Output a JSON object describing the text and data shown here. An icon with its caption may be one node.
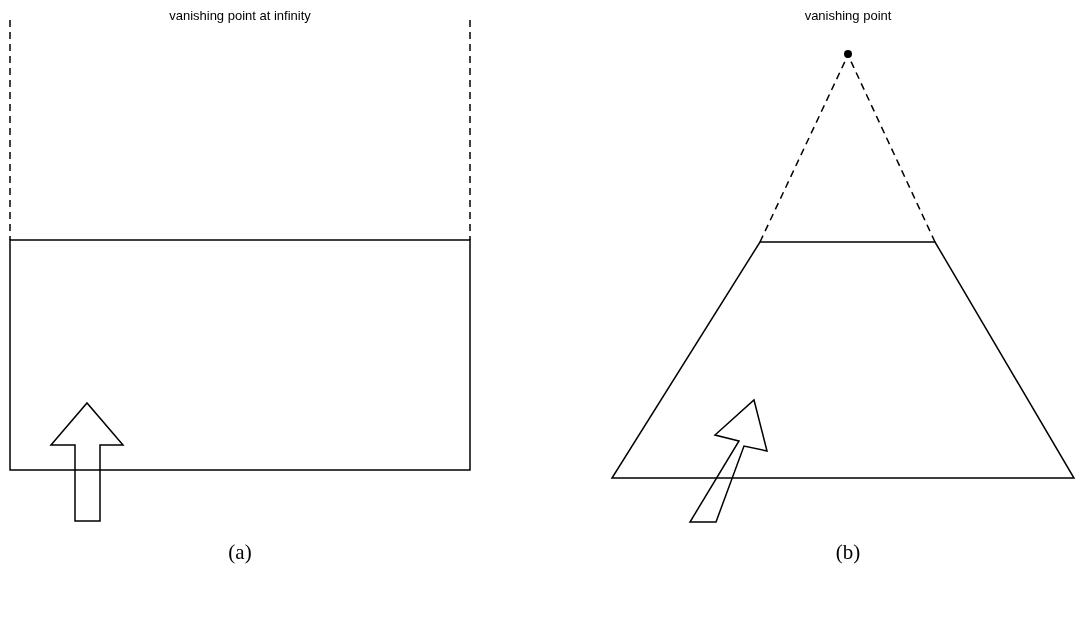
{
  "diagram": {
    "labels": [
      "vanishing point at infinity",
      "vanishing point",
      "(a)",
      "(b)"
    ]
  }
}
